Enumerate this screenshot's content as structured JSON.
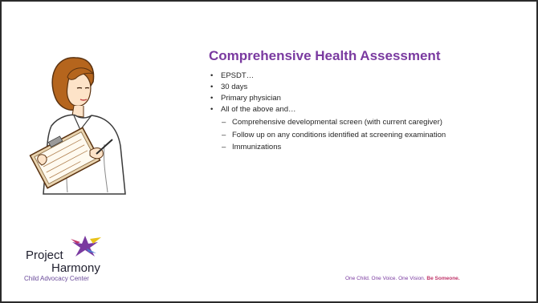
{
  "slide": {
    "title": "Comprehensive Health Assessment",
    "bullets": [
      {
        "marker": "•",
        "text": "EPSDT…"
      },
      {
        "marker": "•",
        "text": "30 days"
      },
      {
        "marker": "•",
        "text": "Primary physician"
      },
      {
        "marker": "•",
        "text": "All of the above and…"
      }
    ],
    "subbullets": [
      {
        "marker": "–",
        "text": "Comprehensive developmental screen (with current caregiver)"
      },
      {
        "marker": "–",
        "text": "Follow up on any conditions identified at screening examination"
      },
      {
        "marker": "–",
        "text": "Immunizations"
      }
    ]
  },
  "logo": {
    "line1": "Project",
    "line2": "Harmony",
    "line3": "Child Advocacy Center"
  },
  "tagline": {
    "text": "One Child. One Voice. One Vision.",
    "emphasis": "Be Someone."
  },
  "illustration": {
    "icon": "nurse-with-clipboard-icon"
  },
  "colors": {
    "title": "#7a3aa0",
    "tagline": "#7a3aa0",
    "tagline_emphasis": "#c0356a",
    "border": "#2b2b2b"
  }
}
